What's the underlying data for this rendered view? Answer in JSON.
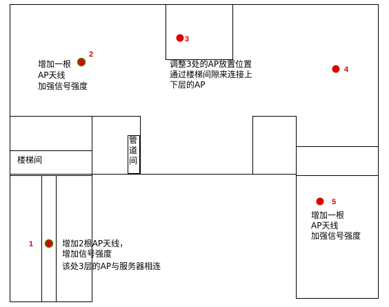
{
  "colors": {
    "line": "#000000",
    "dot_fill": "#e00000",
    "dot_rim": "#3a8a00",
    "number": "#d40000"
  },
  "labels": {
    "stair": "楼梯间",
    "pipe": [
      "管",
      "道",
      "间"
    ]
  },
  "points": [
    {
      "num": "1",
      "notes": [
        "增加2根AP天线，",
        "增加信号强度",
        "该处3层的AP与服务器相连"
      ]
    },
    {
      "num": "2",
      "notes": [
        "增加一根",
        "AP天线",
        "加强信号强度"
      ]
    },
    {
      "num": "3",
      "notes": [
        "调整3处的AP放置位置",
        "通过楼梯间隙来连接上",
        "下层的AP"
      ]
    },
    {
      "num": "4",
      "notes": []
    },
    {
      "num": "5",
      "notes": [
        "增加一根",
        "AP天线",
        "加强信号强度"
      ]
    }
  ]
}
